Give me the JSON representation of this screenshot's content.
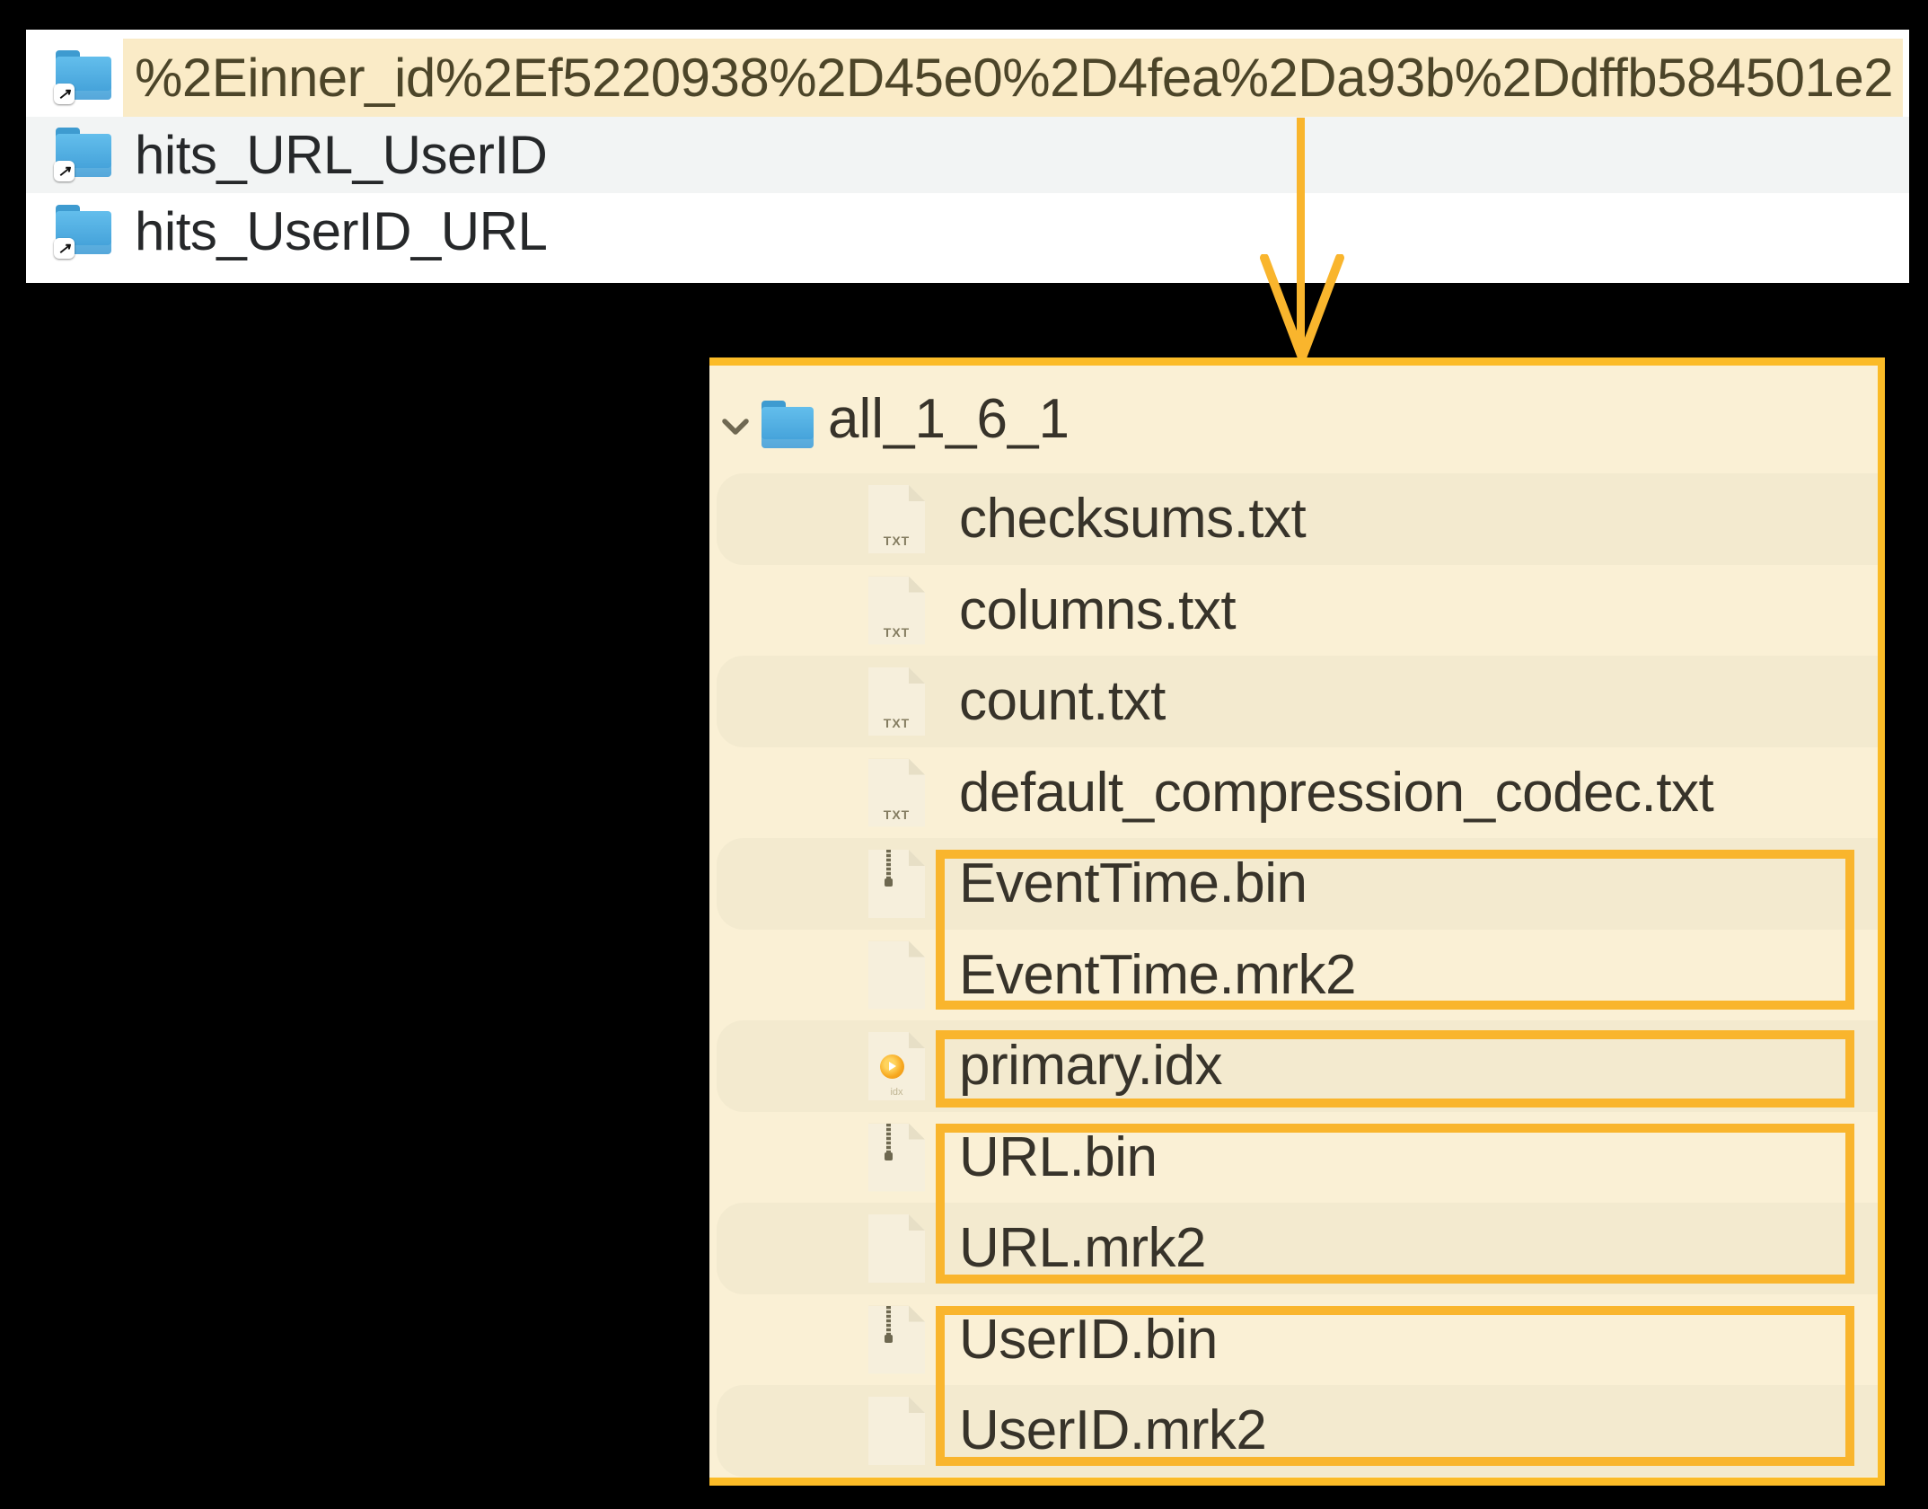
{
  "colors": {
    "annotation_orange": "#F9B52D",
    "panel_border_orange": "#FBBB27",
    "highlight_cream": "#FAEBC7",
    "tree_bg_cream": "#FAF0D5",
    "tree_band_tan": "#F3EACF",
    "top_row_alt_gray": "#F2F4F4",
    "folder_blue": "#3E9CD6"
  },
  "icons": {
    "alias_arrow": "↗",
    "txt_label": "TXT",
    "idx_label": "idx"
  },
  "top_panel": {
    "rows": [
      {
        "label": "%2Einner_id%2Ef5220938%2D45e0%2D4fea%2Da93b%2Ddffb584501e2",
        "highlighted": true
      },
      {
        "label": "hits_URL_UserID",
        "highlighted": false
      },
      {
        "label": "hits_UserID_URL",
        "highlighted": false
      }
    ]
  },
  "tree_panel": {
    "root_label": "all_1_6_1",
    "files": [
      {
        "label": "checksums.txt",
        "type": "txt"
      },
      {
        "label": "columns.txt",
        "type": "txt"
      },
      {
        "label": "count.txt",
        "type": "txt"
      },
      {
        "label": "default_compression_codec.txt",
        "type": "txt"
      },
      {
        "label": "EventTime.bin",
        "type": "bin"
      },
      {
        "label": "EventTime.mrk2",
        "type": "mrk2"
      },
      {
        "label": "primary.idx",
        "type": "idx"
      },
      {
        "label": "URL.bin",
        "type": "bin"
      },
      {
        "label": "URL.mrk2",
        "type": "mrk2"
      },
      {
        "label": "UserID.bin",
        "type": "bin"
      },
      {
        "label": "UserID.mrk2",
        "type": "mrk2"
      }
    ]
  }
}
